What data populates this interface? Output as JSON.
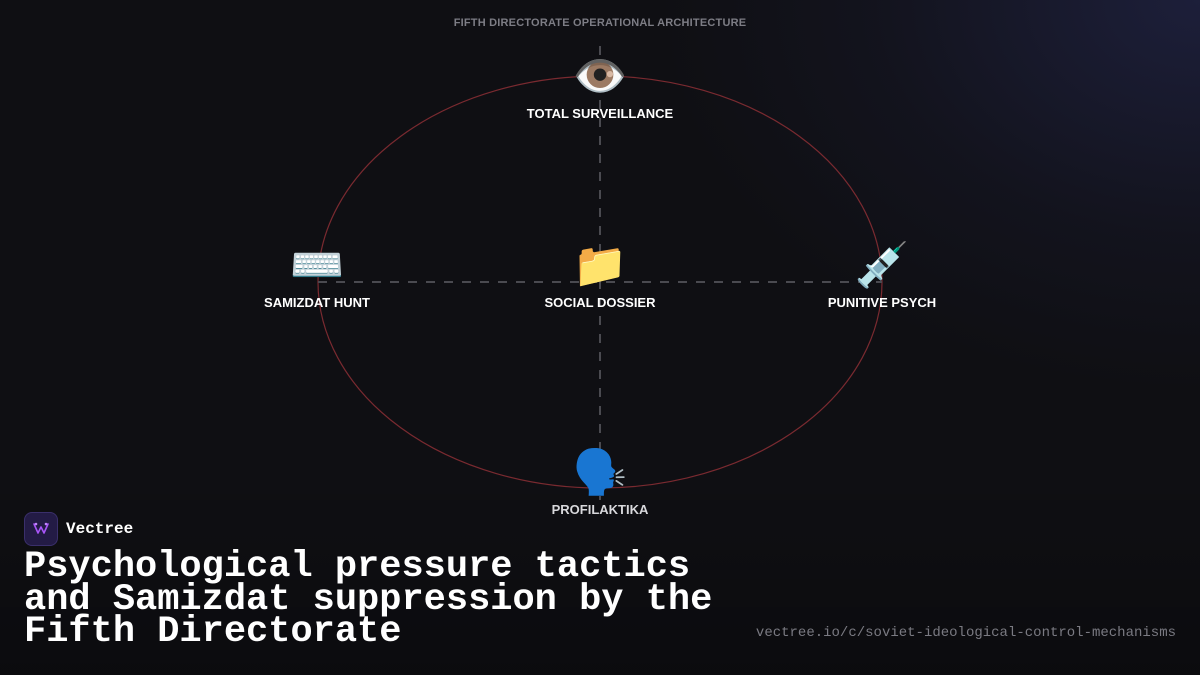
{
  "diagram": {
    "title": "FIFTH DIRECTORATE OPERATIONAL ARCHITECTURE",
    "nodes": {
      "top": {
        "icon": "👁️",
        "icon_name": "eye-icon",
        "label": "TOTAL SURVEILLANCE"
      },
      "left": {
        "icon": "⌨️",
        "icon_name": "keyboard-icon",
        "label": "SAMIZDAT HUNT"
      },
      "center": {
        "icon": "📁",
        "icon_name": "folder-icon",
        "label": "SOCIAL DOSSIER"
      },
      "right": {
        "icon": "💉",
        "icon_name": "syringe-icon",
        "label": "PUNITIVE PSYCH"
      },
      "bottom": {
        "icon": "🗣️",
        "icon_name": "speaking-head-icon",
        "label": "PROFILAKTIKA"
      }
    },
    "colors": {
      "ellipse": "#7a2a30",
      "dashed_axes": "#4a4a50"
    }
  },
  "brand": {
    "name": "Vectree",
    "logo_color": "#a855f7"
  },
  "headline": "Psychological pressure tactics and Samizdat suppression by the Fifth Directorate",
  "url": "vectree.io/c/soviet-ideological-control-mechanisms"
}
